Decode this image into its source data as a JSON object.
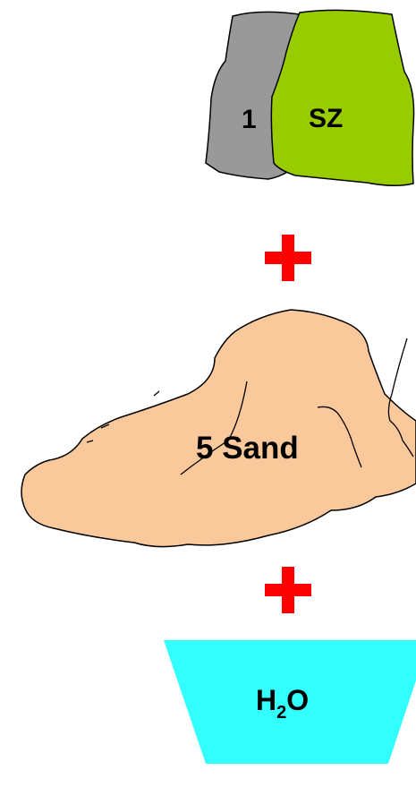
{
  "blocks": {
    "gray_label": "1",
    "green_label": "SZ"
  },
  "sand": {
    "label": "5 Sand"
  },
  "operators": {
    "plus_top": "+",
    "plus_bottom": "+"
  },
  "water": {
    "main": "H",
    "subscript": "2",
    "tail": "O"
  },
  "colors": {
    "gray_block": "#999999",
    "green_block": "#99cc00",
    "sand": "#fac99b",
    "plus": "#ff0000",
    "water": "#33ffff",
    "outline": "#000000"
  }
}
